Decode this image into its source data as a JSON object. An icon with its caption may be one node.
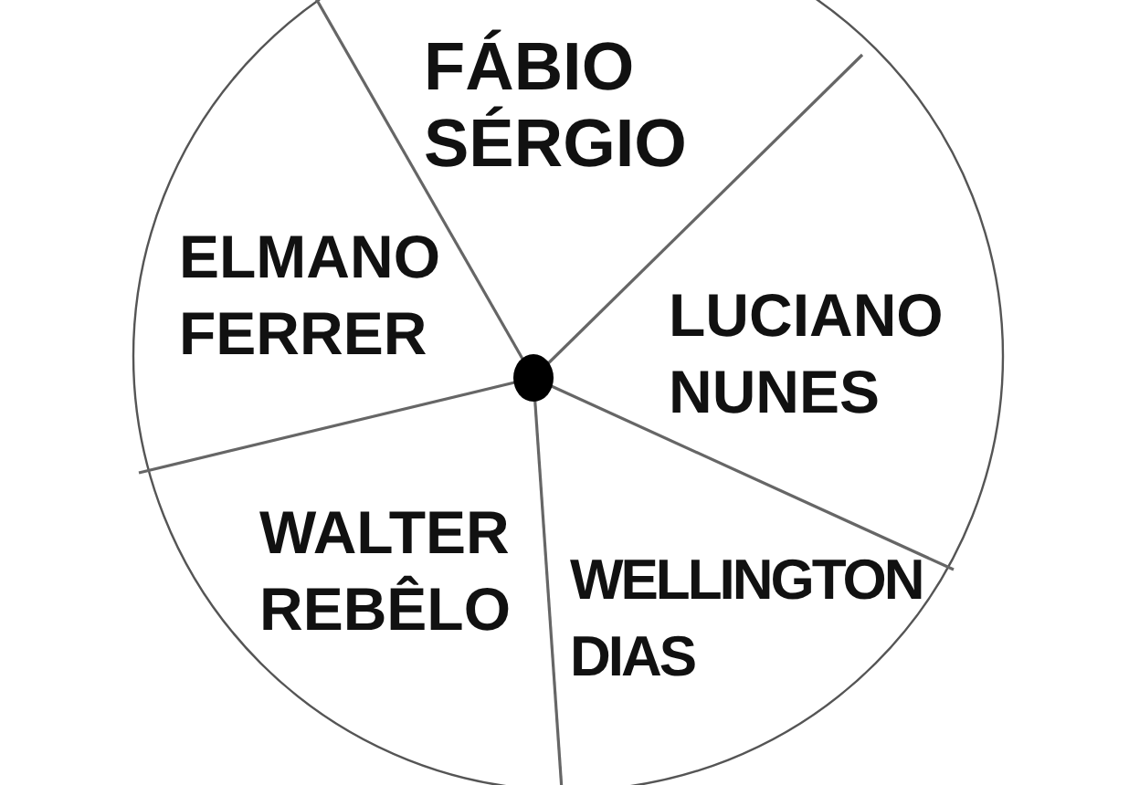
{
  "diagram": {
    "nodes": [
      {
        "text": [
          "FÁBIO SÉRGIO"
        ]
      },
      {
        "text": [
          "ELMANO FERRER"
        ]
      },
      {
        "text": [
          "LUCIANO NUNES"
        ]
      },
      {
        "text": [
          "WALTER REBÊLO"
        ]
      },
      {
        "text": [
          "WELLINGTON DIAS"
        ]
      }
    ]
  }
}
